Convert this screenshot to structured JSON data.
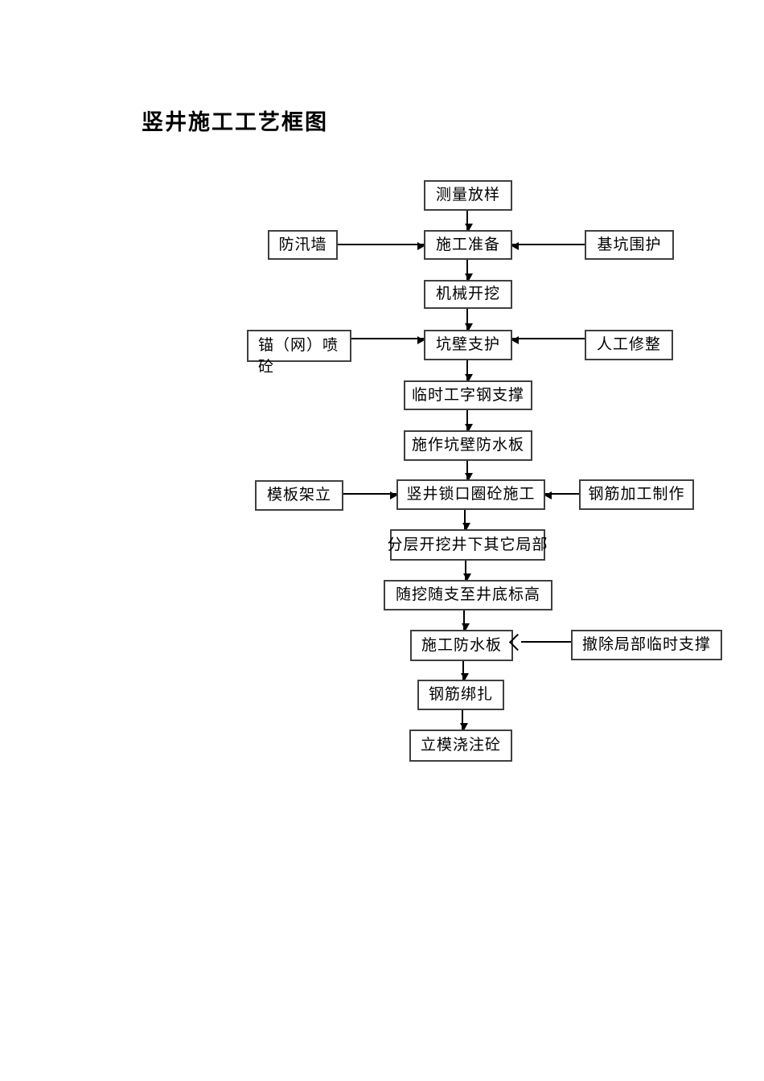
{
  "title": "竖井施工工艺框图",
  "colors": {
    "background": "#ffffff",
    "box_border": "#3f3f3f",
    "arrow": "#000000",
    "text": "#000000"
  },
  "flowchart": {
    "nodes": {
      "survey": "测量放样",
      "flood_wall": "防汛墙",
      "prep": "施工准备",
      "pit_enclosure": "基坑围护",
      "mech_excavation": "机械开挖",
      "anchor_shotcrete": "锚（网）喷砼",
      "pit_wall_support": "坑壁支护",
      "manual_trim": "人工修整",
      "temp_ibeam": "临时工字钢支撑",
      "pitwall_waterproof": "施作坑壁防水板",
      "formwork_erection": "模板架立",
      "collar_concrete": "竖井锁口圈砼施工",
      "rebar_fabrication": "钢筋加工制作",
      "layered_excavation": "分层开挖井下其它局部",
      "support_to_bottom": "随挖随支至井底标高",
      "waterproof_board": "施工防水板",
      "remove_temp_support": "撤除局部临时支撑",
      "rebar_binding": "钢筋绑扎",
      "pour_concrete": "立模浇注砼"
    },
    "edges": [
      {
        "from": "测量放样",
        "to": "施工准备",
        "head": "filled"
      },
      {
        "from": "防汛墙",
        "to": "施工准备",
        "head": "filled"
      },
      {
        "from": "基坑围护",
        "to": "施工准备",
        "head": "filled"
      },
      {
        "from": "施工准备",
        "to": "机械开挖",
        "head": "filled"
      },
      {
        "from": "机械开挖",
        "to": "坑壁支护",
        "head": "filled"
      },
      {
        "from": "锚（网）喷砼",
        "to": "坑壁支护",
        "head": "filled"
      },
      {
        "from": "人工修整",
        "to": "坑壁支护",
        "head": "filled"
      },
      {
        "from": "坑壁支护",
        "to": "临时工字钢支撑",
        "head": "filled"
      },
      {
        "from": "临时工字钢支撑",
        "to": "施作坑壁防水板",
        "head": "filled"
      },
      {
        "from": "施作坑壁防水板",
        "to": "竖井锁口圈砼施工",
        "head": "filled"
      },
      {
        "from": "模板架立",
        "to": "竖井锁口圈砼施工",
        "head": "filled"
      },
      {
        "from": "钢筋加工制作",
        "to": "竖井锁口圈砼施工",
        "head": "filled"
      },
      {
        "from": "竖井锁口圈砼施工",
        "to": "分层开挖井下其它局部",
        "head": "filled"
      },
      {
        "from": "分层开挖井下其它局部",
        "to": "随挖随支至井底标高",
        "head": "filled"
      },
      {
        "from": "随挖随支至井底标高",
        "to": "施工防水板",
        "head": "filled"
      },
      {
        "from": "撤除局部临时支撑",
        "to": "施工防水板",
        "head": "open-chevron"
      },
      {
        "from": "施工防水板",
        "to": "钢筋绑扎",
        "head": "filled"
      },
      {
        "from": "钢筋绑扎",
        "to": "立模浇注砼",
        "head": "filled"
      }
    ]
  }
}
